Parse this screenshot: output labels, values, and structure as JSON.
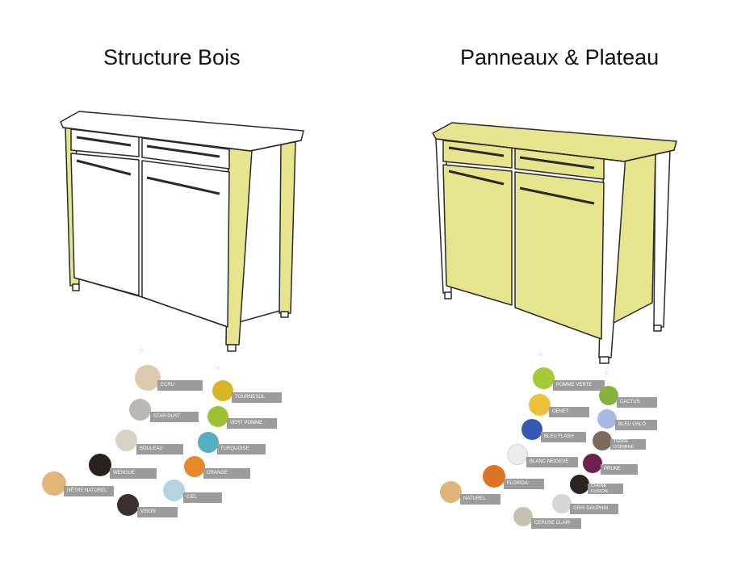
{
  "titles": {
    "left": "Structure Bois",
    "right": "Panneaux & Plateau"
  },
  "colors": {
    "accent_yellow": "#e6e58e",
    "white_panel": "#ffffff",
    "outline": "#2a2a2a",
    "label_bg": "#9c9c9c"
  },
  "palettes": {
    "left": [
      {
        "name": "ECRU",
        "color": "#dcc9ae"
      },
      {
        "name": "STAR DUST",
        "color": "#b9b8b3"
      },
      {
        "name": "BOULEAU",
        "color": "#d8d2c4"
      },
      {
        "name": "WENGUE",
        "color": "#2a221d"
      },
      {
        "name": "HÊTRE NATUREL",
        "color": "#e2b57a"
      },
      {
        "name": "TOURNESOL",
        "color": "#d6b526"
      },
      {
        "name": "VERT POMME",
        "color": "#9fc033"
      },
      {
        "name": "TURQUOISE",
        "color": "#57aec2"
      },
      {
        "name": "ORANGE",
        "color": "#e58a2a"
      },
      {
        "name": "CIEL",
        "color": "#b3d3df"
      },
      {
        "name": "VISON",
        "color": "#3a302c"
      }
    ],
    "right": [
      {
        "name": "POMME VERTE",
        "color": "#a6c93a"
      },
      {
        "name": "GENET",
        "color": "#efc03a"
      },
      {
        "name": "BLEU FLASH",
        "color": "#3558b3"
      },
      {
        "name": "BLANC NEIGEVE",
        "color": "#ececeb"
      },
      {
        "name": "FLORIDA",
        "color": "#dd7421"
      },
      {
        "name": "NATUREL",
        "color": "#e0b57a"
      },
      {
        "name": "CACTUS",
        "color": "#86b33a"
      },
      {
        "name": "BLEU OSLO",
        "color": "#a9b8e4"
      },
      {
        "name": "TERRE D'OMBRE",
        "color": "#7a6b5e"
      },
      {
        "name": "PRUNE",
        "color": "#6e1f4f"
      },
      {
        "name": "CHÊNE FUSION",
        "color": "#2c2522"
      },
      {
        "name": "GRIS DAUPHIN",
        "color": "#d5d5d3"
      },
      {
        "name": "CERUSE CLAIR",
        "color": "#c8c1b2"
      }
    ]
  }
}
